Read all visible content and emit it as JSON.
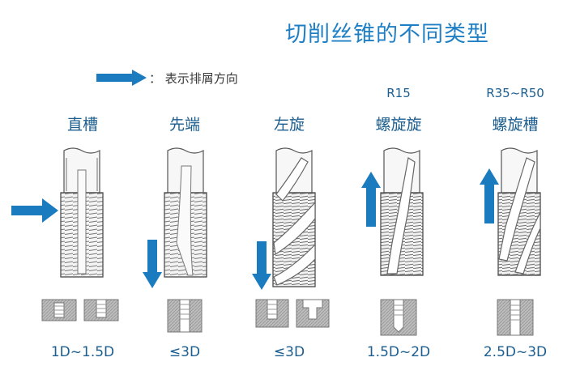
{
  "title": "切削丝锥的不同类型",
  "legend": {
    "text": "： 表示排屑方向",
    "arrow_color": "#1a7bbf"
  },
  "colors": {
    "accent": "#1f7fc4",
    "label": "#1c5e8f",
    "arrow": "#1a7bbf"
  },
  "taps": [
    {
      "name": "直槽",
      "helix": "",
      "depth": "1D~1.5D",
      "chip_direction": "right",
      "flute": "straight"
    },
    {
      "name": "先端",
      "helix": "",
      "depth": "≤3D",
      "chip_direction": "down",
      "flute": "spiral-point"
    },
    {
      "name": "左旋",
      "helix": "",
      "depth": "≤3D",
      "chip_direction": "down",
      "flute": "left-hand"
    },
    {
      "name": "螺旋旋",
      "helix": "R15",
      "depth": "1.5D~2D",
      "chip_direction": "up",
      "flute": "spiral"
    },
    {
      "name": "螺旋槽",
      "helix": "R35~R50",
      "depth": "2.5D~3D",
      "chip_direction": "up",
      "flute": "spiral"
    }
  ]
}
